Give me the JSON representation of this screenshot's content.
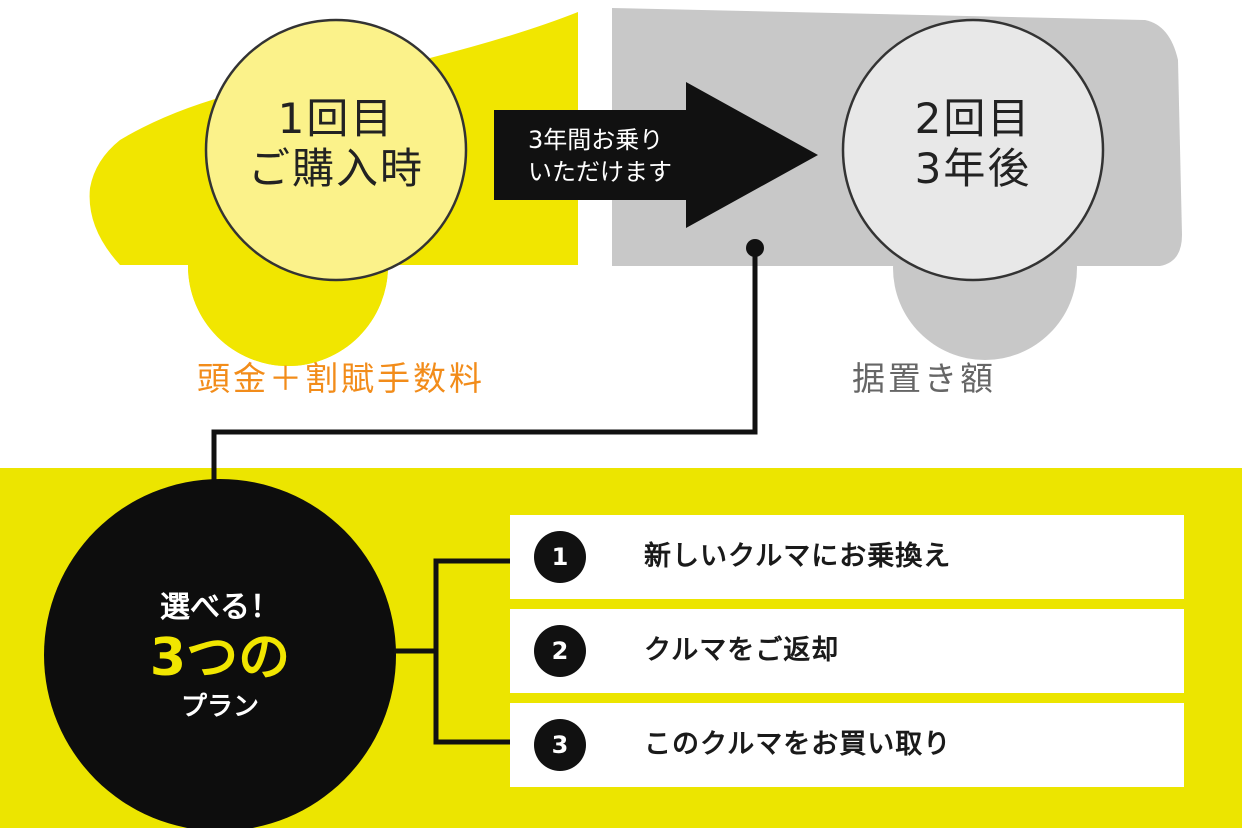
{
  "colors": {
    "yellow": "#f1e600",
    "light_yellow": "#fbf28a",
    "gray": "#c8c8c8",
    "light_gray": "#e8e8e8",
    "orange": "#f28c1a",
    "black": "#111111",
    "white": "#ffffff"
  },
  "stage1": {
    "line1": "1回目",
    "line2": "ご購入時"
  },
  "arrow": {
    "line1": "3年間お乗り",
    "line2": "いただけます"
  },
  "stage2": {
    "line1": "2回目",
    "line2": "3年後"
  },
  "costs": {
    "left": "頭金＋割賦手数料",
    "right": "据置き額"
  },
  "center": {
    "line1": "選べる！",
    "line2": "3つの",
    "line3": "プラン"
  },
  "plans": [
    {
      "number": "1",
      "label": "新しいクルマにお乗換え"
    },
    {
      "number": "2",
      "label": "クルマをご返却"
    },
    {
      "number": "3",
      "label": "このクルマをお買い取り"
    }
  ]
}
